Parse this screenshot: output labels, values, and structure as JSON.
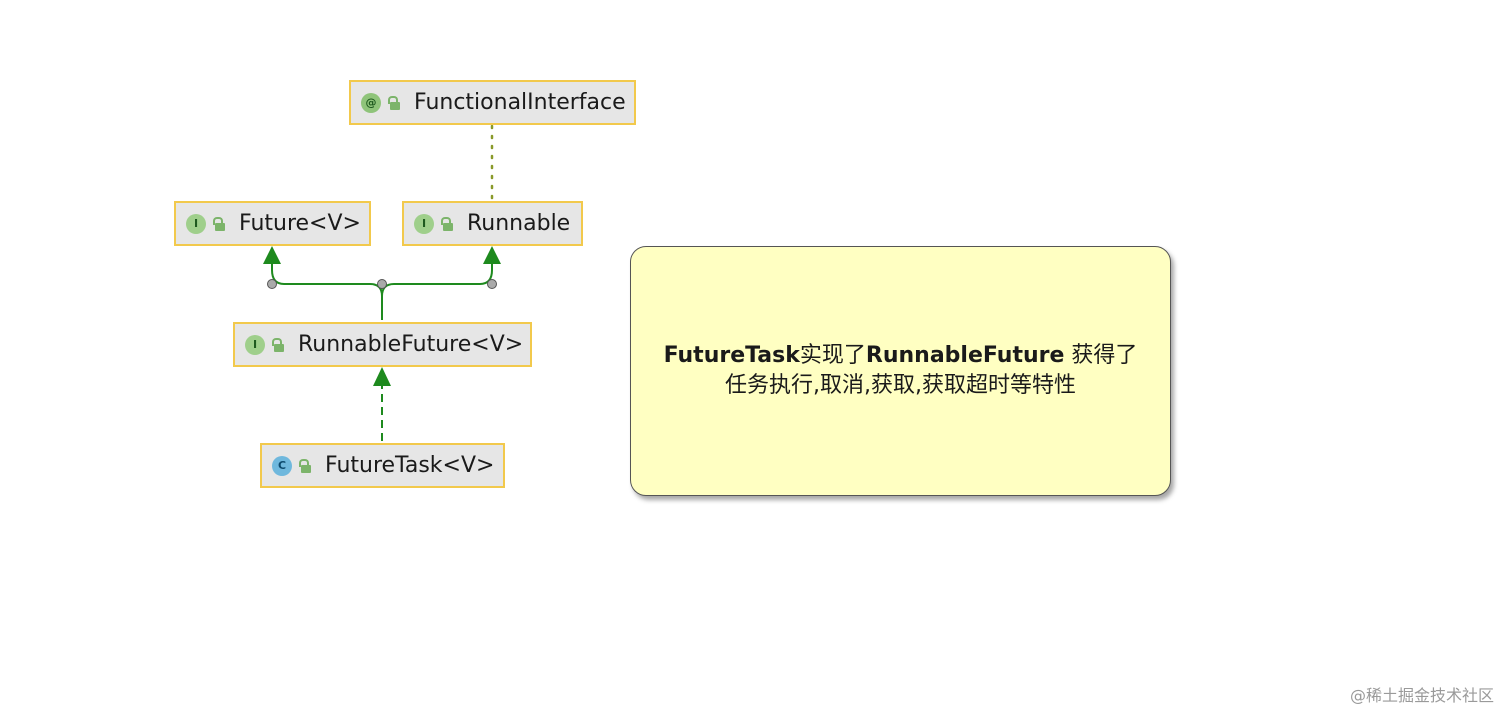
{
  "diagram": {
    "nodes": [
      {
        "id": "functional",
        "kind": "annotation",
        "badge": "@",
        "label": "FunctionalInterface"
      },
      {
        "id": "future",
        "kind": "interface",
        "badge": "I",
        "label": "Future<V>"
      },
      {
        "id": "runnable",
        "kind": "interface",
        "badge": "I",
        "label": "Runnable"
      },
      {
        "id": "rfuture",
        "kind": "interface",
        "badge": "I",
        "label": "RunnableFuture<V>"
      },
      {
        "id": "ftask",
        "kind": "class",
        "badge": "C",
        "label": "FutureTask<V>"
      }
    ],
    "edges": [
      {
        "from": "runnable",
        "to": "functional",
        "style": "dotted"
      },
      {
        "from": "rfuture",
        "to": "future",
        "style": "extends"
      },
      {
        "from": "rfuture",
        "to": "runnable",
        "style": "extends"
      },
      {
        "from": "ftask",
        "to": "rfuture",
        "style": "implements"
      }
    ],
    "colors": {
      "edge_green": "#1e8a1e",
      "dotted_edge": "#8a9a2a",
      "node_border": "#f2c94c",
      "node_fill": "#e6e6e6",
      "note_fill": "#ffffc2"
    }
  },
  "note": {
    "parts": [
      {
        "text": "FutureTask",
        "bold": true
      },
      {
        "text": "实现了",
        "bold": false
      },
      {
        "text": "RunnableFuture",
        "bold": true
      },
      {
        "text": "  获得了\n任务执行,取消,获取,获取超时等特性",
        "bold": false
      }
    ]
  },
  "watermark": "@稀土掘金技术社区"
}
